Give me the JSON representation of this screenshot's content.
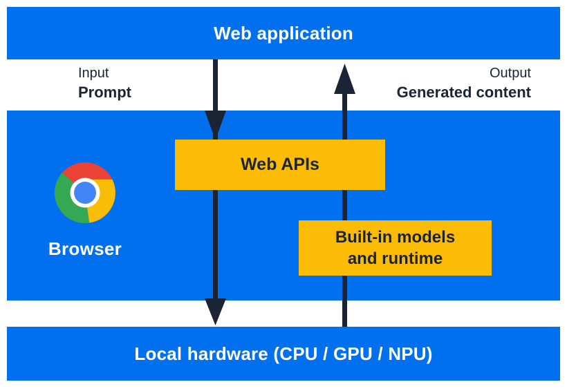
{
  "colors": {
    "blue": "#0070ef",
    "yellow": "#fcbc05",
    "navy": "#1a2435",
    "chrome-red": "#ea4335",
    "chrome-yellow": "#fbbc05",
    "chrome-green": "#34a853",
    "chrome-blue": "#4285f4"
  },
  "layers": {
    "web_application": "Web application",
    "local_hardware": "Local hardware (CPU / GPU / NPU)"
  },
  "annotations": {
    "input": {
      "title": "Input",
      "subtitle": "Prompt"
    },
    "output": {
      "title": "Output",
      "subtitle": "Generated content"
    }
  },
  "browser": {
    "label": "Browser"
  },
  "boxes": {
    "web_apis": "Web APIs",
    "built_in_line1": "Built-in models",
    "built_in_line2": "and runtime"
  },
  "icons": {
    "browser_logo": "chrome-logo-icon",
    "input_flow": "arrow-down-icon",
    "output_flow": "arrow-up-icon"
  }
}
